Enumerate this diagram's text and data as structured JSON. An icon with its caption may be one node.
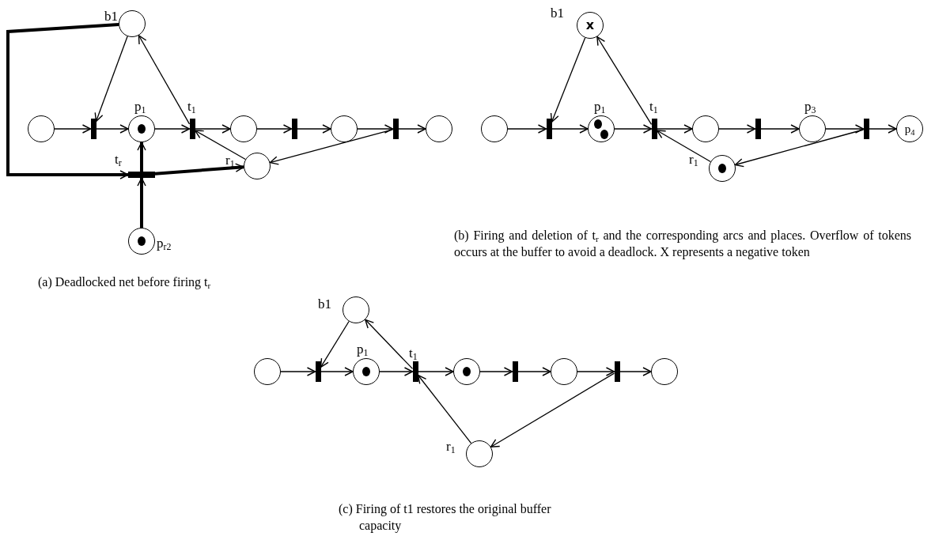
{
  "diagram": {
    "nodes": [
      {
        "text": [],
        "shape": "circle",
        "beside": [
          "b1"
        ]
      },
      {
        "text": [],
        "shape": "circle"
      },
      {
        "text": [],
        "shape": "bar"
      },
      {
        "text": [],
        "shape": "circle",
        "beside": [
          "p$_{1}$"
        ]
      },
      {
        "text": [],
        "shape": "bar",
        "beside": [
          "t$_{1}$"
        ]
      },
      {
        "text": [],
        "shape": "circle"
      },
      {
        "text": [],
        "shape": "bar"
      },
      {
        "text": [],
        "shape": "circle"
      },
      {
        "text": [],
        "shape": "bar"
      },
      {
        "text": [],
        "shape": "circle"
      },
      {
        "text": [],
        "shape": "bar",
        "beside": [
          "t$_{r}$"
        ]
      },
      {
        "text": [],
        "shape": "circle",
        "beside": [
          "r$_{1}$"
        ]
      },
      {
        "text": [],
        "shape": "circle",
        "beside": [
          "p$_{r2}$"
        ]
      },
      {
        "text": [
          "x"
        ],
        "beside": [
          "b1"
        ]
      },
      {
        "text": [],
        "shape": "circle"
      },
      {
        "text": [],
        "shape": "bar"
      },
      {
        "text": [],
        "shape": "circle",
        "beside": [
          "p$_{1}$"
        ]
      },
      {
        "text": [],
        "shape": "bar",
        "beside": [
          "t$_{1}$"
        ]
      },
      {
        "text": [],
        "shape": "circle"
      },
      {
        "text": [],
        "shape": "bar"
      },
      {
        "text": [],
        "shape": "circle",
        "beside": [
          "p$_{3}$"
        ]
      },
      {
        "text": [],
        "shape": "bar"
      },
      {
        "text": [
          "p$_{4}$"
        ]
      },
      {
        "text": [],
        "shape": "circle",
        "beside": [
          "r$_{1}$"
        ]
      },
      {
        "text": [],
        "shape": "circle",
        "beside": [
          "b1"
        ]
      },
      {
        "text": [],
        "shape": "circle"
      },
      {
        "text": [],
        "shape": "bar"
      },
      {
        "text": [],
        "shape": "circle",
        "beside": [
          "p$_{1}$"
        ]
      },
      {
        "text": [],
        "shape": "bar",
        "beside": [
          "t$_{1}$"
        ]
      },
      {
        "text": [],
        "shape": "circle"
      },
      {
        "text": [],
        "shape": "bar"
      },
      {
        "text": [],
        "shape": "circle"
      },
      {
        "text": [],
        "shape": "bar"
      },
      {
        "text": [],
        "shape": "circle"
      },
      {
        "text": [],
        "shape": "circle",
        "beside": [
          "r$_{1}$"
        ]
      }
    ],
    "edges": [
      {
        "from": 1,
        "to": 2,
        "arrow": "to"
      },
      {
        "from": 0,
        "to": 2,
        "arrow": "to"
      },
      {
        "from": 2,
        "to": 3,
        "arrow": "to"
      },
      {
        "from": 3,
        "to": 4,
        "arrow": "to"
      },
      {
        "from": 4,
        "to": 0,
        "arrow": "to"
      },
      {
        "from": 11,
        "to": 4,
        "arrow": "to"
      },
      {
        "from": 4,
        "to": 5,
        "arrow": "to"
      },
      {
        "from": 5,
        "to": 6,
        "arrow": "to"
      },
      {
        "from": 6,
        "to": 7,
        "arrow": "to"
      },
      {
        "from": 7,
        "to": 8,
        "arrow": "to"
      },
      {
        "from": 8,
        "to": 9,
        "arrow": "to"
      },
      {
        "from": 8,
        "to": 11,
        "arrow": "to"
      },
      {
        "from": 0,
        "to": 10,
        "arrow": "to",
        "style": "thick"
      },
      {
        "from": 10,
        "to": 11,
        "arrow": "to",
        "style": "thick"
      },
      {
        "from": 12,
        "to": 10,
        "arrow": "to",
        "style": "thick"
      },
      {
        "from": 10,
        "to": 3,
        "arrow": "to",
        "style": "thick"
      },
      {
        "from": 14,
        "to": 15,
        "arrow": "to"
      },
      {
        "from": 13,
        "to": 15,
        "arrow": "to"
      },
      {
        "from": 15,
        "to": 16,
        "arrow": "to"
      },
      {
        "from": 16,
        "to": 17,
        "arrow": "to"
      },
      {
        "from": 17,
        "to": 13,
        "arrow": "to"
      },
      {
        "from": 23,
        "to": 17,
        "arrow": "to"
      },
      {
        "from": 17,
        "to": 18,
        "arrow": "to"
      },
      {
        "from": 18,
        "to": 19,
        "arrow": "to"
      },
      {
        "from": 19,
        "to": 20,
        "arrow": "to"
      },
      {
        "from": 20,
        "to": 21,
        "arrow": "to"
      },
      {
        "from": 21,
        "to": 22,
        "arrow": "to"
      },
      {
        "from": 21,
        "to": 23,
        "arrow": "to"
      },
      {
        "from": 25,
        "to": 26,
        "arrow": "to"
      },
      {
        "from": 24,
        "to": 26,
        "arrow": "to"
      },
      {
        "from": 26,
        "to": 27,
        "arrow": "to"
      },
      {
        "from": 27,
        "to": 28,
        "arrow": "to"
      },
      {
        "from": 28,
        "to": 24,
        "arrow": "to"
      },
      {
        "from": 34,
        "to": 28,
        "arrow": "to"
      },
      {
        "from": 28,
        "to": 29,
        "arrow": "to"
      },
      {
        "from": 29,
        "to": 30,
        "arrow": "to"
      },
      {
        "from": 30,
        "to": 31,
        "arrow": "to"
      },
      {
        "from": 31,
        "to": 32,
        "arrow": "to"
      },
      {
        "from": 32,
        "to": 33,
        "arrow": "to"
      },
      {
        "from": 32,
        "to": 34,
        "arrow": "to"
      }
    ],
    "labels": [
      "(a) Deadlocked net before firing t$_{r}$",
      "(b) Firing and deletion of t$_{r}$ and the corresponding arcs and places. Overflow of tokens occurs at the buffer to avoid a deadlock. X represents a negative token",
      "(c) Firing of t1 restores the original buffer capacity"
    ]
  }
}
